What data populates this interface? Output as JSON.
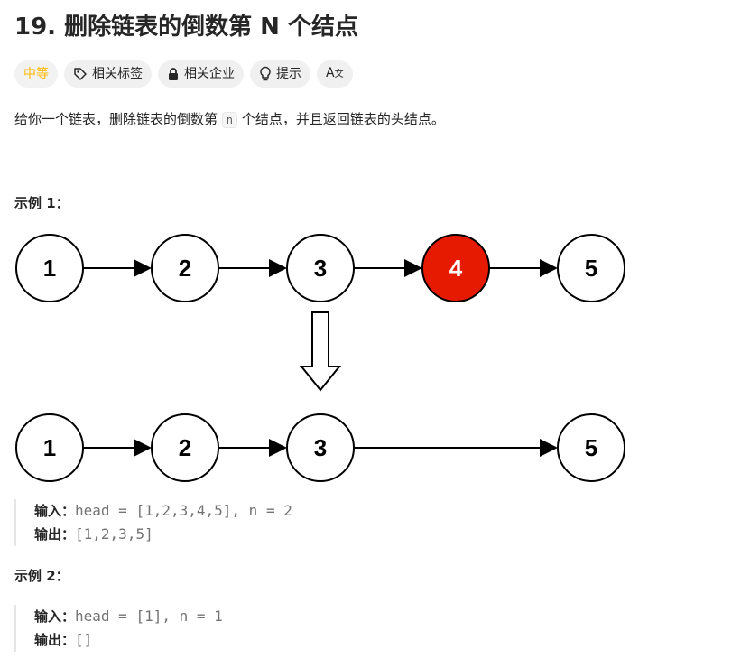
{
  "problem": {
    "title": "19. 删除链表的倒数第 N 个结点",
    "tags": {
      "difficulty": "中等",
      "related_topics": "相关标签",
      "related_companies": "相关企业",
      "hint": "提示",
      "translate_icon_text": "A"
    },
    "description": {
      "before": "给你一个链表，删除链表的倒数第",
      "code": "n",
      "after": "个结点，并且返回链表的头结点。"
    },
    "examples": [
      {
        "title": "示例 1：",
        "diagram": {
          "before_nodes": [
            "1",
            "2",
            "3",
            "4",
            "5"
          ],
          "removed_node": "4",
          "after_nodes": [
            "1",
            "2",
            "3",
            "5"
          ],
          "highlight_color": "#e51a00"
        },
        "input_label": "输入：",
        "input_value": "head = [1,2,3,4,5], n = 2",
        "output_label": "输出：",
        "output_value": "[1,2,3,5]"
      },
      {
        "title": "示例 2：",
        "input_label": "输入：",
        "input_value": "head = [1], n = 1",
        "output_label": "输出：",
        "output_value": "[]"
      }
    ]
  }
}
